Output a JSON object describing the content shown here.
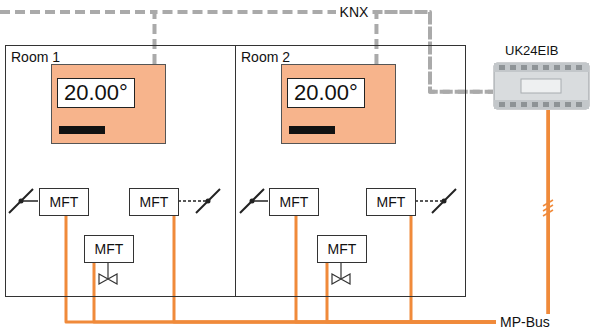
{
  "diagram": {
    "nodes": [
      {
        "text": [
          "Room 1"
        ]
      },
      {
        "text": [
          "20.00°"
        ],
        "in": 0
      },
      {
        "text": [
          "MFT"
        ],
        "in": 0
      },
      {
        "text": [
          "MFT"
        ],
        "in": 0
      },
      {
        "text": [
          "MFT"
        ],
        "in": 0
      },
      {
        "text": [
          "Room 2"
        ]
      },
      {
        "text": [
          "20.00°"
        ],
        "in": 5
      },
      {
        "text": [
          "MFT"
        ],
        "in": 5
      },
      {
        "text": [
          "MFT"
        ],
        "in": 5
      },
      {
        "text": [
          "MFT"
        ],
        "in": 5
      },
      {
        "text": [
          "UK24EIB"
        ]
      }
    ],
    "edges": [
      {
        "from": 1,
        "to": 10,
        "arrow": "none"
      },
      {
        "from": 6,
        "to": 10,
        "arrow": "none"
      },
      {
        "from": 2,
        "to": 10,
        "arrow": "none"
      },
      {
        "from": 3,
        "to": 10,
        "arrow": "none"
      },
      {
        "from": 4,
        "to": 10,
        "arrow": "none"
      },
      {
        "from": 7,
        "to": 10,
        "arrow": "none"
      },
      {
        "from": 8,
        "to": 10,
        "arrow": "none"
      },
      {
        "from": 9,
        "to": 10,
        "arrow": "none"
      }
    ],
    "labels": [
      "KNX",
      "MP-Bus"
    ]
  }
}
